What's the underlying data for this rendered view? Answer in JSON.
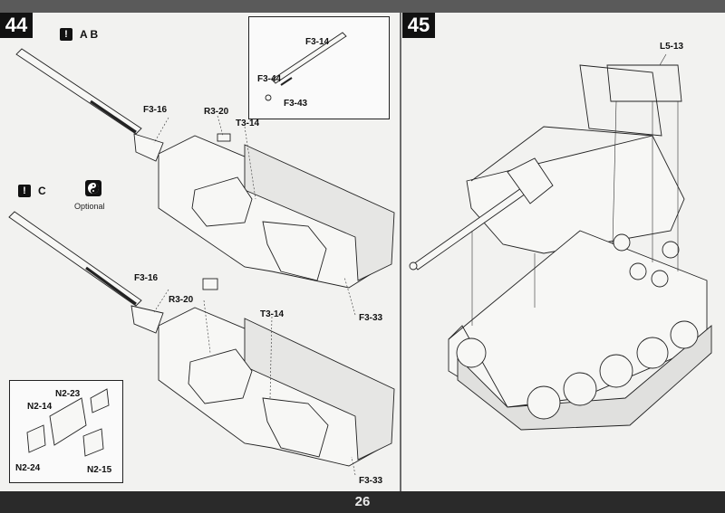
{
  "page": {
    "number": "26"
  },
  "step44": {
    "number": "44",
    "note_ab": "A B",
    "note_c": "C",
    "optional": "Optional",
    "labels": {
      "f3_14": "F3-14",
      "f3_44": "F3-44",
      "f3_43": "F3-43",
      "f3_16_top": "F3-16",
      "r3_20_top": "R3-20",
      "t3_14_top": "T3-14",
      "f3_33_top": "F3-33",
      "f3_16_bot": "F3-16",
      "r3_20_bot": "R3-20",
      "t3_14_bot": "T3-14",
      "f3_33_bot": "F3-33",
      "n2_23": "N2-23",
      "n2_14": "N2-14",
      "n2_24": "N2-24",
      "n2_15": "N2-15"
    }
  },
  "step45": {
    "number": "45",
    "labels": {
      "l5_13": "L5-13"
    }
  },
  "colors": {
    "page": "#f2f2f0",
    "ink": "#111111",
    "band": "#2a2a2a"
  },
  "icons": [
    "attention-icon",
    "optional-yinyang-icon"
  ]
}
